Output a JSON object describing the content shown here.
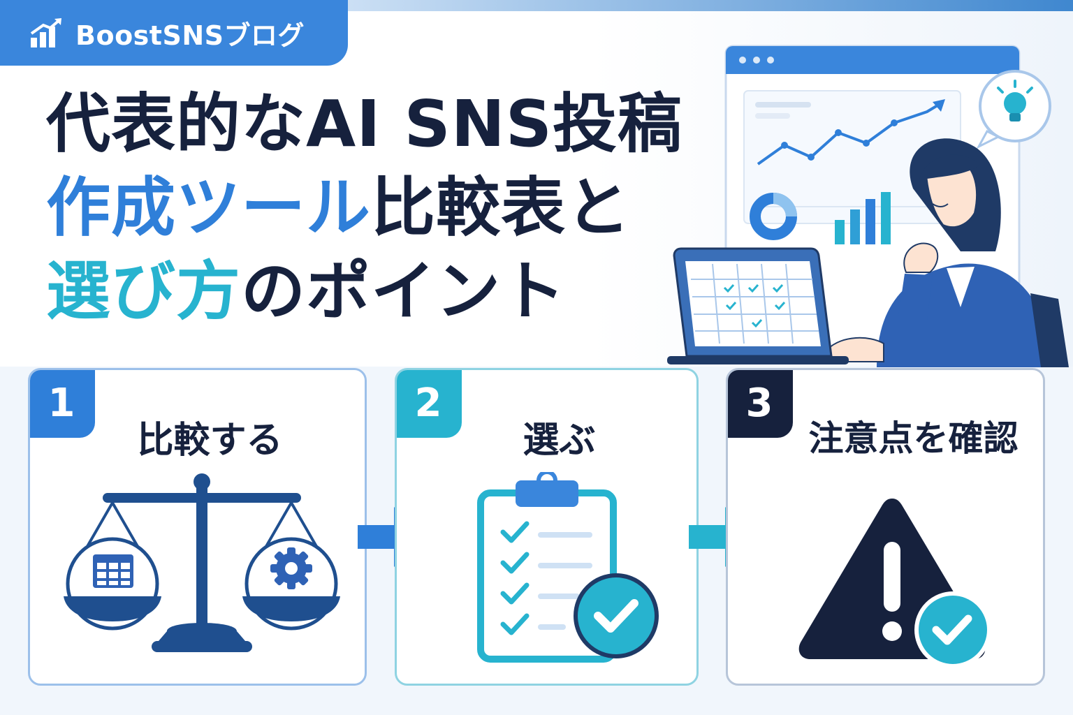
{
  "brand": {
    "name": "BoostSNSブログ",
    "icon": "bar-growth-icon"
  },
  "headline": {
    "line1": "代表的なAI SNS投稿",
    "line2_blue": "作成ツール",
    "line2_dark": "比較表と",
    "line3_teal": "選び方",
    "line3_dark": "のポイント"
  },
  "steps": [
    {
      "number": "1",
      "title": "比較する",
      "icon": "balance-scale-icon"
    },
    {
      "number": "2",
      "title": "選ぶ",
      "icon": "clipboard-check-icon"
    },
    {
      "number": "3",
      "title": "注意点を確認",
      "icon": "warning-triangle-icon"
    }
  ],
  "colors": {
    "navy": "#16213d",
    "blue": "#2f7fd9",
    "teal": "#27b3cf",
    "brand_bg": "#3a86dc"
  }
}
